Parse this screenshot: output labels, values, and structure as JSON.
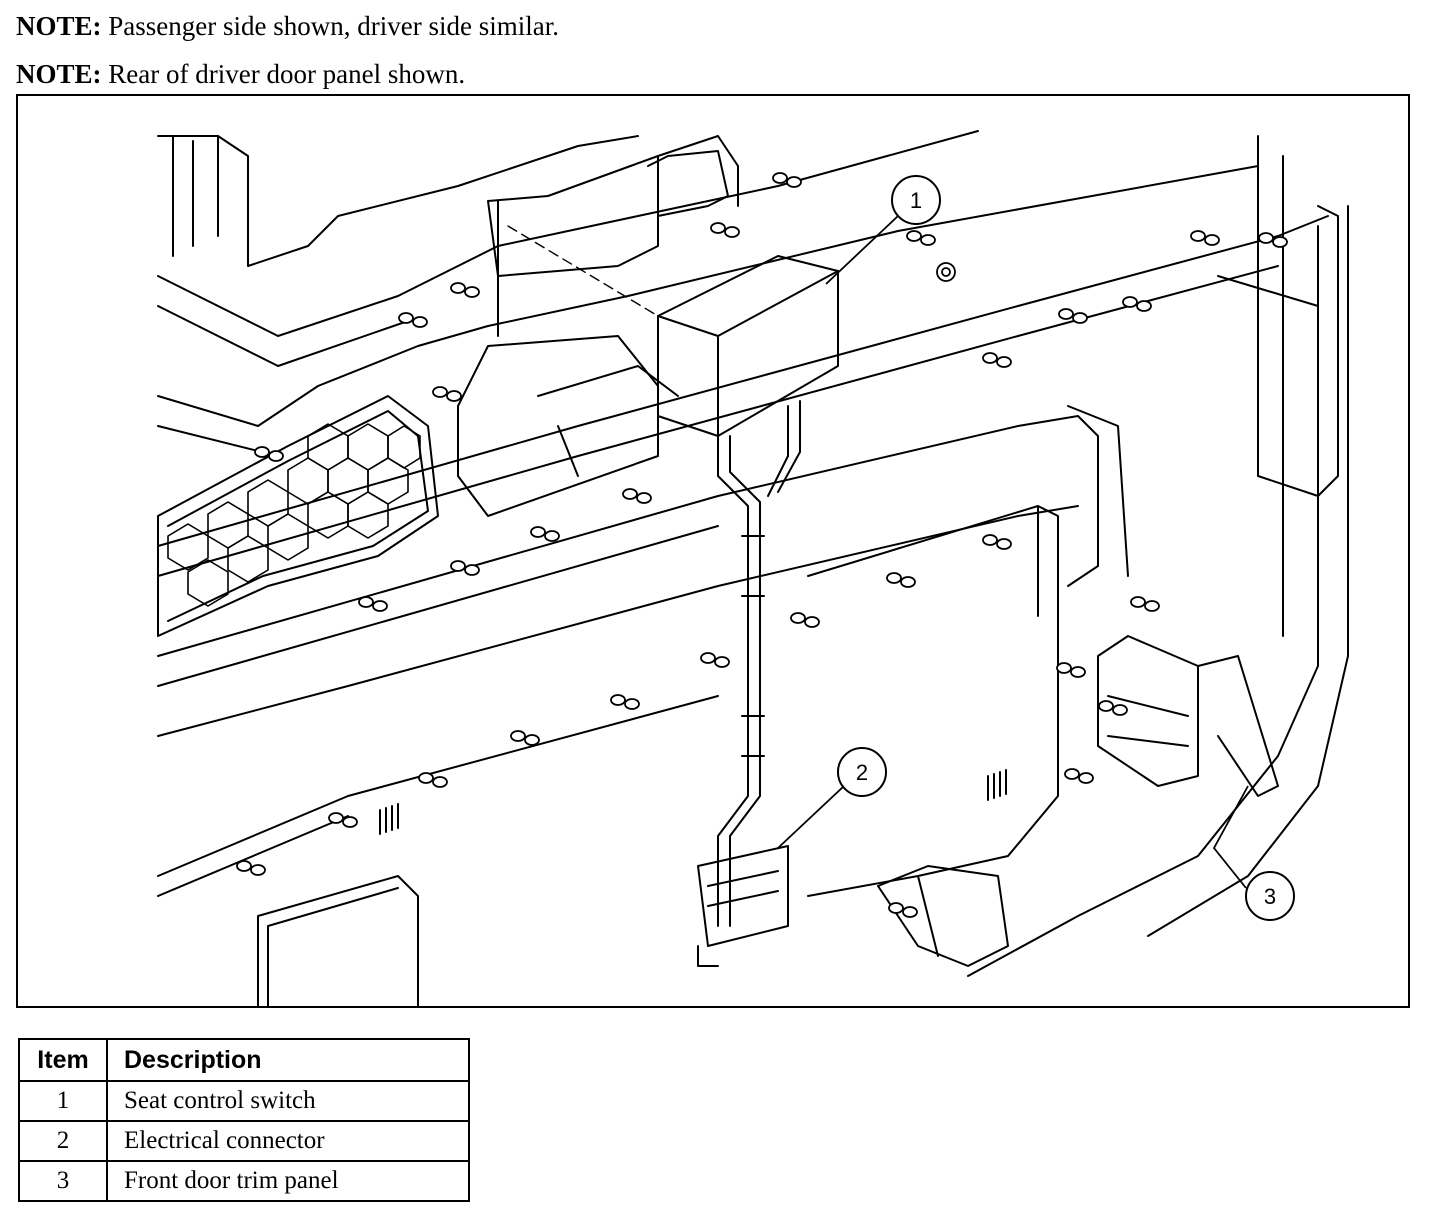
{
  "notes": [
    {
      "label": "NOTE:",
      "text": "Passenger side shown, driver side similar."
    },
    {
      "label": "NOTE:",
      "text": "Rear of driver door panel shown."
    }
  ],
  "figure": {
    "id": "N0035962",
    "callouts": [
      "1",
      "2",
      "3"
    ]
  },
  "legend": {
    "headers": {
      "item": "Item",
      "description": "Description"
    },
    "rows": [
      {
        "item": "1",
        "description": "Seat control switch"
      },
      {
        "item": "2",
        "description": "Electrical connector"
      },
      {
        "item": "3",
        "description": "Front door trim panel"
      }
    ]
  }
}
